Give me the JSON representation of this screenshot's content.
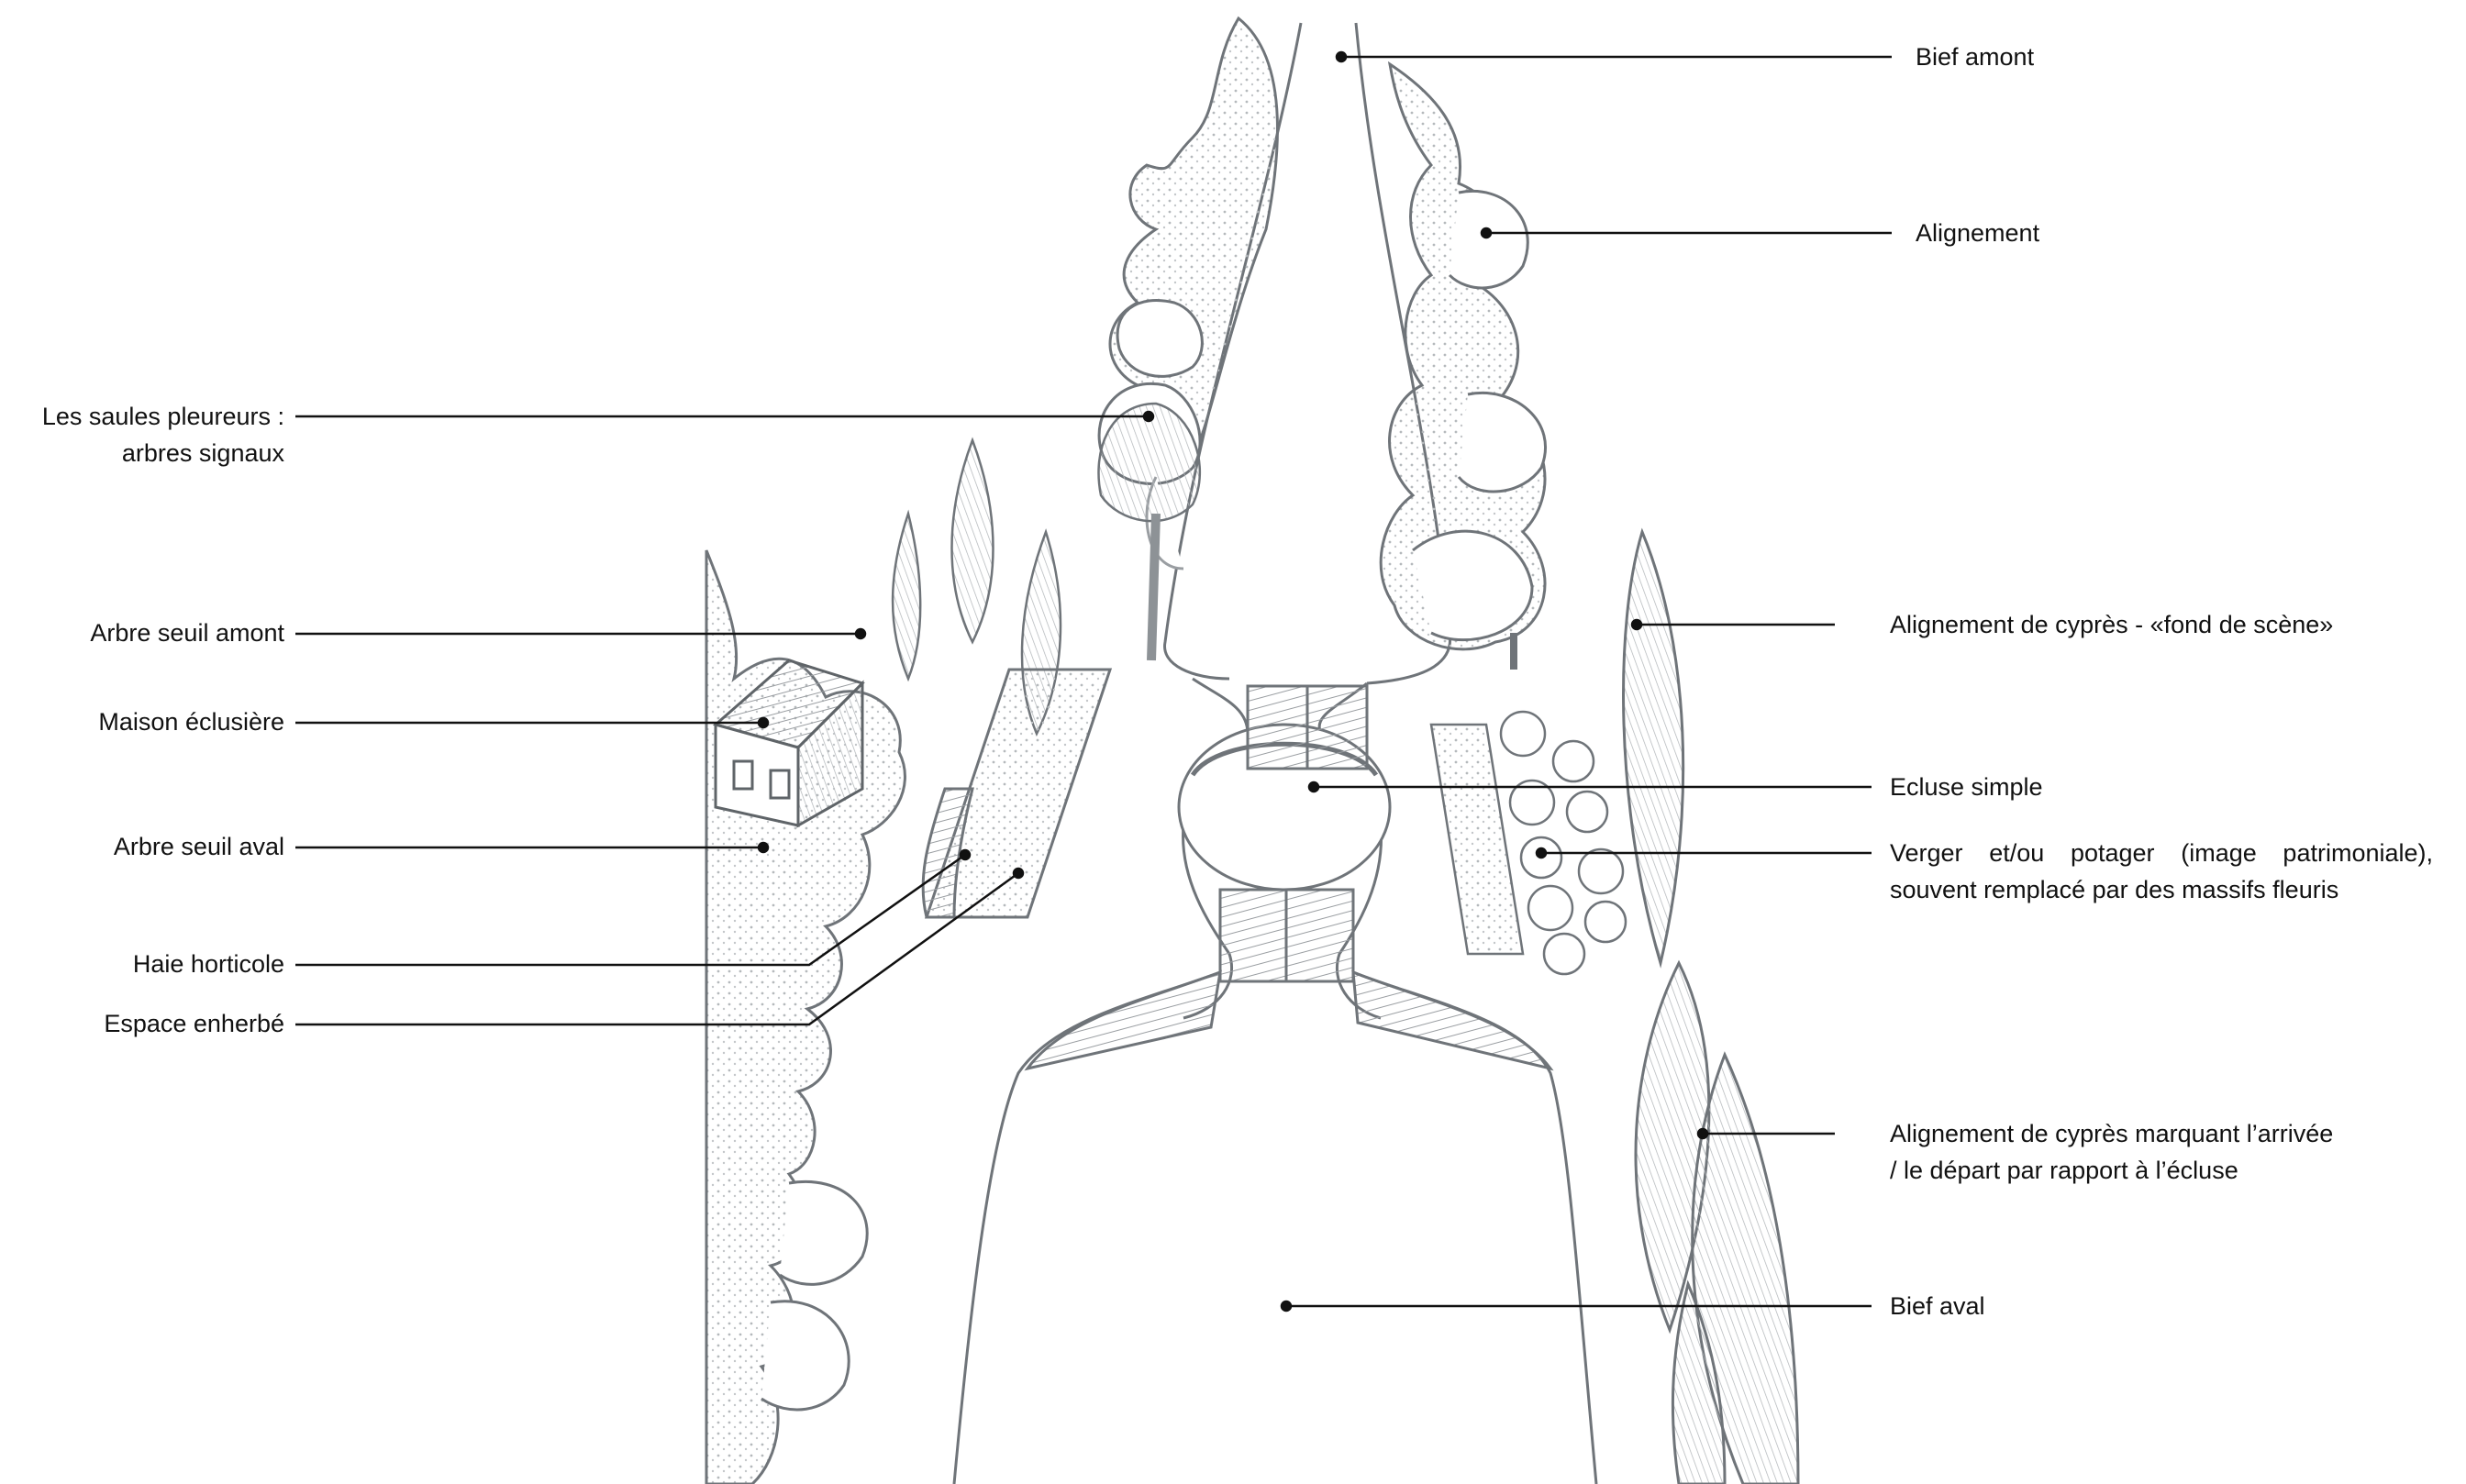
{
  "diagram": {
    "labels_left": {
      "saules_line1": "Les saules pleureurs  :",
      "saules_line2": "arbres signaux",
      "arbre_seuil_amont": "Arbre seuil amont",
      "maison": "Maison éclusière",
      "arbre_seuil_aval": "Arbre seuil aval",
      "haie": "Haie horticole",
      "espace": "Espace enherbé"
    },
    "labels_right": {
      "bief_amont": "Bief amont",
      "alignement": "Alignement",
      "cypres_fond_line1": "Alignement de cyprès - «fond de scène»",
      "ecluse": "Ecluse simple",
      "verger_line1": "Verger et/ou potager (image patrimoniale),",
      "verger_line2": "souvent remplacé par des massifs fleuris",
      "cypres_arrivee_line1": "Alignement de cyprès marquant l’arrivée",
      "cypres_arrivee_line2": "/ le départ par rapport à l’écluse",
      "bief_aval": "Bief aval"
    },
    "colors": {
      "ink": "#111111",
      "sketch": "#6f7479",
      "sketch_light": "#a9adb1",
      "shade": "#c9cccf"
    }
  }
}
